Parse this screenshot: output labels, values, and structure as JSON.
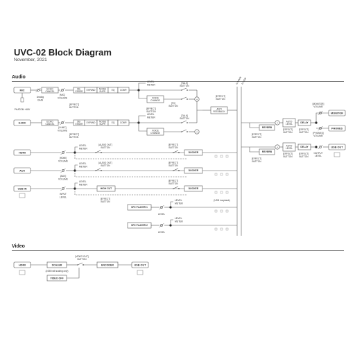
{
  "header": {
    "title": "UVC-02 Block Diagram",
    "date": "November, 2021"
  },
  "sections": {
    "audio": "Audio",
    "video": "Video"
  },
  "audio": {
    "inputs": [
      "MIC",
      "H.MIC",
      "HDMI",
      "AUX",
      "USB IN"
    ],
    "phantom": "PHATOM +48V",
    "analog_gain": [
      "Analog",
      "GAIN"
    ],
    "echo_cancel": [
      "ECHO",
      "CANCEL"
    ],
    "mic_volume": [
      "[MIC]",
      "VOLUME"
    ],
    "hmic_volume": [
      "[H.MIC]",
      "VOLUME"
    ],
    "effect_button_label": [
      "[EFFECT]",
      "BUTTON"
    ],
    "de_esser": [
      "DE-",
      "ESSER"
    ],
    "expand": "EXPAND",
    "noise_supp": [
      "NOISE",
      "SUPP."
    ],
    "eq": "EQ",
    "comp": "COMP.",
    "level_meter": [
      "LEVEL",
      "METER"
    ],
    "talk_button": [
      "[TALK]",
      "BUTTON"
    ],
    "voice_change": [
      "VOICE",
      "CHANGE"
    ],
    "fx_button": [
      "[FX]",
      "BUTTON"
    ],
    "anti_feedback": [
      "ANTI",
      "FEEDBACK"
    ],
    "hdmi_volume": [
      "[HDMI]",
      "VOLUME"
    ],
    "aux_volume": [
      "[AUX]",
      "VOLUME"
    ],
    "input_level": [
      "INPUT",
      "LEVEL"
    ],
    "audio_out_button": [
      "[AUDIO OUT]",
      "BUTTON"
    ],
    "high_cut": "HIGH CUT",
    "ducker": "DUCKER",
    "usb_loopback": "(USB Loopback)",
    "sfx_player_1": "SFX PLAYER 1",
    "sfx_player_2": "SFX PLAYER 2",
    "level": "LEVEL",
    "bus_labels": [
      "to MAIN",
      "to USB"
    ],
    "reverb": "REVERB",
    "auto_level": [
      "AUTO",
      "LEVEL"
    ],
    "delay": "DELAY",
    "output_level": [
      "OUTPUT",
      "LEVEL"
    ],
    "monitor_volume": [
      "[MONITOR]",
      "VOLUME"
    ],
    "phones_volume": [
      "[PHONES]",
      "VOLUME"
    ],
    "outputs": [
      "MONITOR",
      "PHONES",
      "USB OUT"
    ]
  },
  "video": {
    "hdmi": "HDMI",
    "scaler": "SCALER",
    "scaler_note": "(1080i will scaling only)",
    "video_out_button": [
      "[VIDEO OUT]",
      "BUTTON"
    ],
    "encoder": "ENCODER",
    "usb_out": "USB OUT",
    "video_off": "VIDEO OFF"
  }
}
